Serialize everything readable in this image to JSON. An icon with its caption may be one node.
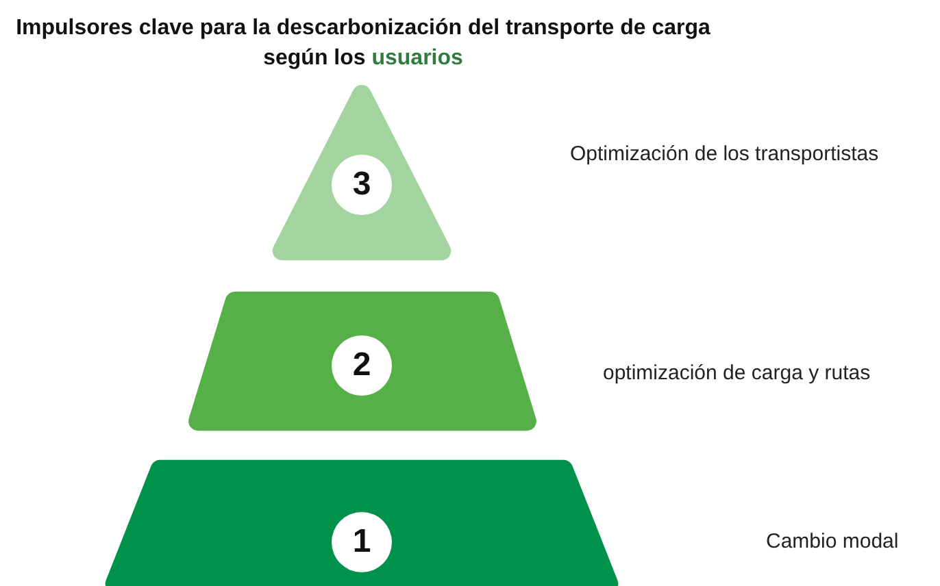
{
  "diagram": {
    "title": "Impulsores clave para la descarbonización del transporte de carga según los *usuarios*",
    "nodes": [
      {
        "text": [
          "3"
        ]
      },
      {
        "text": [
          "2"
        ]
      },
      {
        "text": [
          "1"
        ]
      }
    ],
    "labels": [
      "Optimización de los transportistas",
      "optimización de carga y rutas",
      "Cambio modal"
    ]
  }
}
